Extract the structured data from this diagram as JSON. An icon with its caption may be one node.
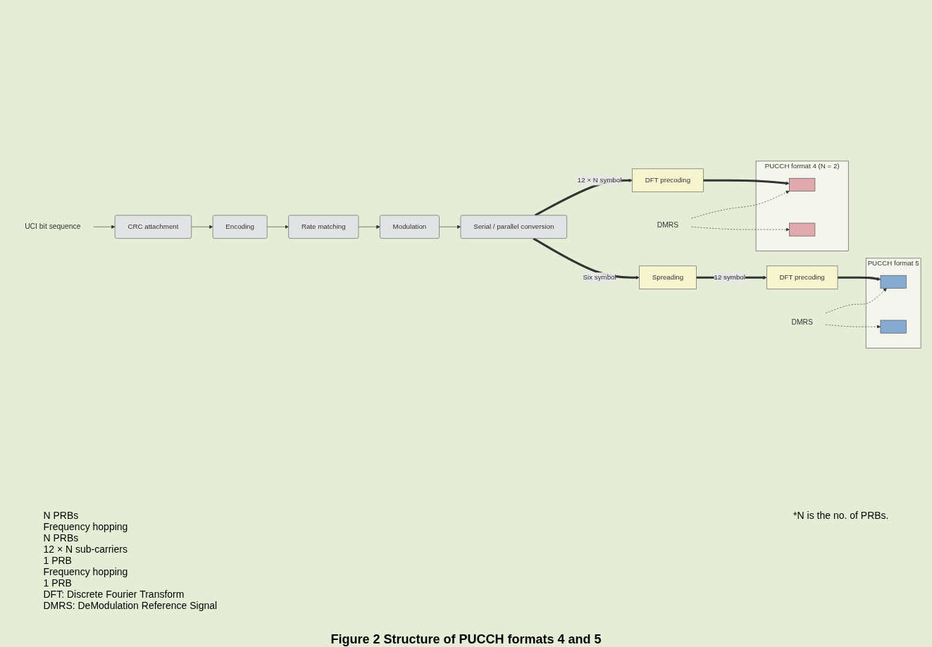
{
  "diagram": {
    "caption": "Figure 2    Structure of PUCCH formats 4 and 5",
    "nodes": [
      {
        "text": [
          "UCI bit sequence"
        ]
      },
      {
        "text": [
          "CRC attachment"
        ]
      },
      {
        "text": [
          "Encoding"
        ]
      },
      {
        "text": [
          "Rate matching"
        ]
      },
      {
        "text": [
          "Modulation"
        ]
      },
      {
        "text": [
          "Serial / parallel conversion"
        ]
      },
      {
        "text": [
          "DFT precoding"
        ]
      },
      {
        "text": [
          "DFT precoding"
        ]
      },
      {
        "text": [
          "Spreading"
        ]
      },
      {
        "text": [
          "DMRS"
        ]
      },
      {
        "text": [
          "PUCCH format 4 (N = 2)"
        ]
      },
      {
        "text": [],
        "shape": "box",
        "in": 10
      },
      {
        "text": [],
        "shape": "box",
        "in": 10
      },
      {
        "text": [
          "DMRS"
        ]
      },
      {
        "text": [
          "PUCCH format 5"
        ]
      },
      {
        "text": [],
        "shape": "box",
        "in": 14
      },
      {
        "text": [],
        "shape": "box",
        "in": 14
      }
    ],
    "edges": [
      {
        "from": 0,
        "to": 1,
        "arrow": "to"
      },
      {
        "from": 1,
        "to": 2,
        "arrow": "to"
      },
      {
        "from": 2,
        "to": 3,
        "arrow": "to"
      },
      {
        "from": 3,
        "to": 4,
        "arrow": "to"
      },
      {
        "from": 4,
        "to": 5,
        "arrow": "to"
      },
      {
        "from": 5,
        "to": 6,
        "arrow": "to",
        "label": "12 × N symbol",
        "style": "thick"
      },
      {
        "from": 5,
        "to": 8,
        "arrow": "to",
        "label": "Six  symbol",
        "style": "thick"
      },
      {
        "from": 8,
        "to": 7,
        "arrow": "to",
        "label": "12 symbol",
        "style": "thick"
      },
      {
        "from": 6,
        "to": 11,
        "arrow": "to",
        "style": "thick"
      },
      {
        "from": 7,
        "to": 15,
        "arrow": "to",
        "style": "thick"
      },
      {
        "from": 9,
        "to": 11,
        "arrow": "to",
        "style": "dashed"
      },
      {
        "from": 9,
        "to": 12,
        "arrow": "to",
        "style": "dashed"
      },
      {
        "from": 13,
        "to": 15,
        "arrow": "to",
        "style": "dashed"
      },
      {
        "from": 13,
        "to": 16,
        "arrow": "to",
        "style": "dashed"
      }
    ],
    "labels": [
      "N PRBs",
      "Frequency hopping",
      "N PRBs",
      "12 × N sub-carriers",
      "1 PRB",
      "Frequency hopping",
      "1 PRB",
      "DFT: Discrete Fourier Transform",
      "DMRS: DeModulation Reference Signal",
      "*N is the no. of PRBs."
    ]
  }
}
